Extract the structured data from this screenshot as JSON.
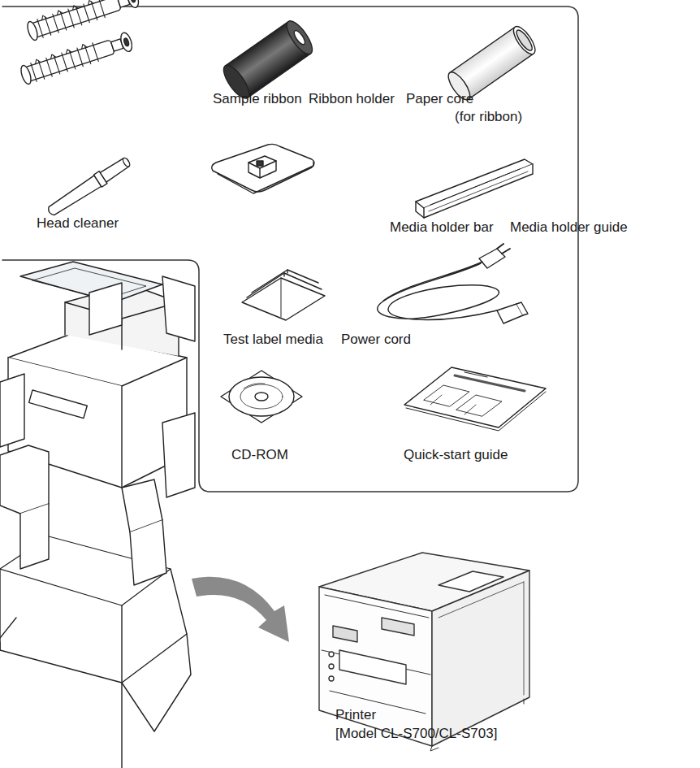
{
  "diagram": {
    "labels": [
      "Sample ribbon",
      "Ribbon holder",
      "Paper core",
      "(for ribbon)",
      "Head cleaner",
      "Media holder bar",
      "Media holder guide",
      "Test label media",
      "Power cord",
      "CD-ROM",
      "Quick-start guide",
      "Printer",
      "[Model CL-S700/CL-S703]"
    ]
  }
}
